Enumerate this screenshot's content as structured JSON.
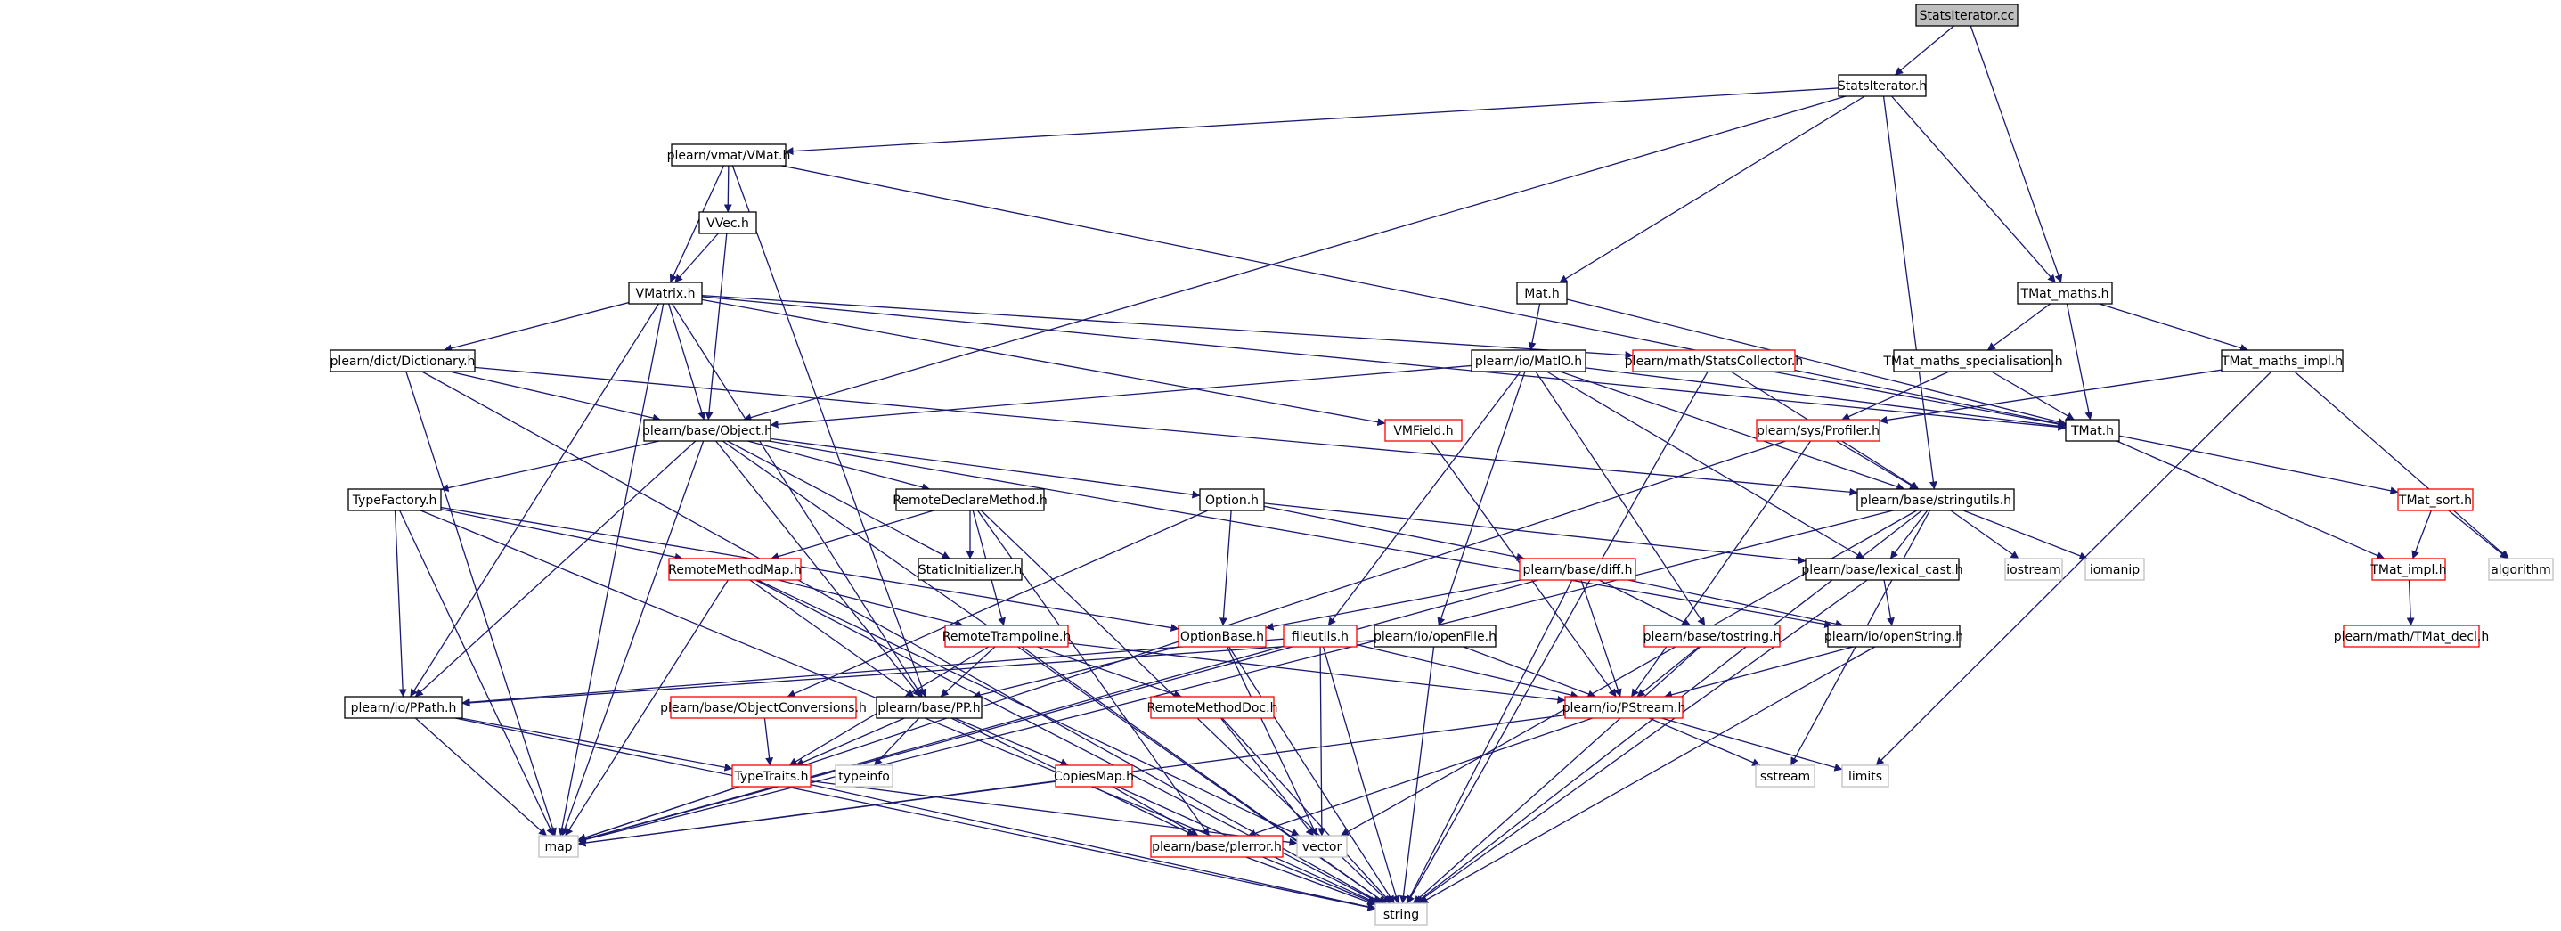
{
  "diagram": {
    "title": "StatsIterator.cc",
    "colors": {
      "edge": "#191970",
      "node_border_normal": "#000000",
      "node_border_truncated": "#ff0000",
      "node_border_system": "#bfbfbf",
      "root_fill": "#bfbfbf",
      "node_fill": "#ffffff",
      "text": "#000000"
    },
    "nodes": [
      {
        "id": "root",
        "label": "StatsIterator.cc",
        "style": "root"
      },
      {
        "id": "statsh",
        "label": "StatsIterator.h",
        "style": "normal"
      },
      {
        "id": "vmat",
        "label": "plearn/vmat/VMat.h",
        "style": "normal"
      },
      {
        "id": "vvec",
        "label": "VVec.h",
        "style": "normal"
      },
      {
        "id": "vmatrix",
        "label": "VMatrix.h",
        "style": "normal"
      },
      {
        "id": "dictionary",
        "label": "plearn/dict/Dictionary.h",
        "style": "normal"
      },
      {
        "id": "object",
        "label": "plearn/base/Object.h",
        "style": "normal"
      },
      {
        "id": "typefactory",
        "label": "TypeFactory.h",
        "style": "normal"
      },
      {
        "id": "remotedeclare",
        "label": "RemoteDeclareMethod.h",
        "style": "normal"
      },
      {
        "id": "option",
        "label": "Option.h",
        "style": "normal"
      },
      {
        "id": "staticinit",
        "label": "StaticInitializer.h",
        "style": "normal"
      },
      {
        "id": "remotemethodmap",
        "label": "RemoteMethodMap.h",
        "style": "truncated"
      },
      {
        "id": "remotetrampoline",
        "label": "RemoteTrampoline.h",
        "style": "truncated"
      },
      {
        "id": "optionbase",
        "label": "OptionBase.h",
        "style": "truncated"
      },
      {
        "id": "objectconv",
        "label": "plearn/base/ObjectConversions.h",
        "style": "truncated"
      },
      {
        "id": "ppath",
        "label": "plearn/io/PPath.h",
        "style": "normal"
      },
      {
        "id": "pp",
        "label": "plearn/base/PP.h",
        "style": "normal"
      },
      {
        "id": "typetraits",
        "label": "TypeTraits.h",
        "style": "truncated"
      },
      {
        "id": "typeinfo",
        "label": "typeinfo",
        "style": "system"
      },
      {
        "id": "copiesmap",
        "label": "CopiesMap.h",
        "style": "truncated"
      },
      {
        "id": "remotemethoddoc",
        "label": "RemoteMethodDoc.h",
        "style": "truncated"
      },
      {
        "id": "plerror",
        "label": "plearn/base/plerror.h",
        "style": "truncated"
      },
      {
        "id": "fileutils",
        "label": "fileutils.h",
        "style": "truncated"
      },
      {
        "id": "diff",
        "label": "plearn/base/diff.h",
        "style": "truncated"
      },
      {
        "id": "openfile",
        "label": "plearn/io/openFile.h",
        "style": "normal"
      },
      {
        "id": "pstream",
        "label": "plearn/io/PStream.h",
        "style": "truncated"
      },
      {
        "id": "tostring",
        "label": "plearn/base/tostring.h",
        "style": "truncated"
      },
      {
        "id": "openstring",
        "label": "plearn/io/openString.h",
        "style": "normal"
      },
      {
        "id": "lexicalcast",
        "label": "plearn/base/lexical_cast.h",
        "style": "normal"
      },
      {
        "id": "stringutils",
        "label": "plearn/base/stringutils.h",
        "style": "normal"
      },
      {
        "id": "iostream",
        "label": "iostream",
        "style": "system"
      },
      {
        "id": "iomanip",
        "label": "iomanip",
        "style": "system"
      },
      {
        "id": "sstream",
        "label": "sstream",
        "style": "system"
      },
      {
        "id": "limits",
        "label": "limits",
        "style": "system"
      },
      {
        "id": "vector",
        "label": "vector",
        "style": "system"
      },
      {
        "id": "map",
        "label": "map",
        "style": "system"
      },
      {
        "id": "string",
        "label": "string",
        "style": "system"
      },
      {
        "id": "vmfield",
        "label": "VMField.h",
        "style": "truncated"
      },
      {
        "id": "matioh",
        "label": "plearn/io/MatIO.h",
        "style": "normal"
      },
      {
        "id": "statscollector",
        "label": "plearn/math/StatsCollector.h",
        "style": "truncated"
      },
      {
        "id": "math",
        "label": "Mat.h",
        "style": "normal"
      },
      {
        "id": "tmatmaths",
        "label": "TMat_maths.h",
        "style": "normal"
      },
      {
        "id": "tmatspecial",
        "label": "TMat_maths_specialisation.h",
        "style": "normal"
      },
      {
        "id": "tmatimpl",
        "label": "TMat_maths_impl.h",
        "style": "normal"
      },
      {
        "id": "tmath",
        "label": "TMat.h",
        "style": "normal"
      },
      {
        "id": "profiler",
        "label": "plearn/sys/Profiler.h",
        "style": "truncated"
      },
      {
        "id": "tmatsort",
        "label": "TMat_sort.h",
        "style": "truncated"
      },
      {
        "id": "tmatimplh",
        "label": "TMat_impl.h",
        "style": "truncated"
      },
      {
        "id": "algorithm",
        "label": "algorithm",
        "style": "system"
      },
      {
        "id": "tmatdecl",
        "label": "plearn/math/TMat_decl.h",
        "style": "truncated"
      }
    ],
    "edges": [
      [
        "root",
        "statsh"
      ],
      [
        "root",
        "tmatmaths"
      ],
      [
        "statsh",
        "vmat"
      ],
      [
        "statsh",
        "object"
      ],
      [
        "statsh",
        "stringutils"
      ],
      [
        "statsh",
        "math"
      ],
      [
        "statsh",
        "tmatmaths"
      ],
      [
        "vmat",
        "vvec"
      ],
      [
        "vmat",
        "vmatrix"
      ],
      [
        "vmat",
        "pp"
      ],
      [
        "vmat",
        "tmath"
      ],
      [
        "vvec",
        "vmatrix"
      ],
      [
        "vvec",
        "object"
      ],
      [
        "vmatrix",
        "dictionary"
      ],
      [
        "vmatrix",
        "object"
      ],
      [
        "vmatrix",
        "ppath"
      ],
      [
        "vmatrix",
        "map"
      ],
      [
        "vmatrix",
        "pp"
      ],
      [
        "vmatrix",
        "vmfield"
      ],
      [
        "vmatrix",
        "statscollector"
      ],
      [
        "vmatrix",
        "tmath"
      ],
      [
        "dictionary",
        "object"
      ],
      [
        "dictionary",
        "stringutils"
      ],
      [
        "dictionary",
        "string"
      ],
      [
        "dictionary",
        "map"
      ],
      [
        "object",
        "typefactory"
      ],
      [
        "object",
        "remotedeclare"
      ],
      [
        "object",
        "option"
      ],
      [
        "object",
        "staticinit"
      ],
      [
        "object",
        "ppath"
      ],
      [
        "object",
        "pp"
      ],
      [
        "object",
        "map"
      ],
      [
        "object",
        "string"
      ],
      [
        "object",
        "openstring"
      ],
      [
        "typefactory",
        "remotemethodmap"
      ],
      [
        "typefactory",
        "ppath"
      ],
      [
        "typefactory",
        "map"
      ],
      [
        "typefactory",
        "string"
      ],
      [
        "typefactory",
        "optionbase"
      ],
      [
        "remotedeclare",
        "remotemethodmap"
      ],
      [
        "remotedeclare",
        "staticinit"
      ],
      [
        "remotedeclare",
        "remotetrampoline"
      ],
      [
        "remotedeclare",
        "string"
      ],
      [
        "remotedeclare",
        "plerror"
      ],
      [
        "option",
        "optionbase"
      ],
      [
        "option",
        "diff"
      ],
      [
        "option",
        "objectconv"
      ],
      [
        "option",
        "lexicalcast"
      ],
      [
        "remotemethodmap",
        "pp"
      ],
      [
        "remotemethodmap",
        "map"
      ],
      [
        "remotemethodmap",
        "string"
      ],
      [
        "remotemethodmap",
        "remotetrampoline"
      ],
      [
        "remotemethodmap",
        "vector"
      ],
      [
        "remotetrampoline",
        "pp"
      ],
      [
        "remotetrampoline",
        "typetraits"
      ],
      [
        "remotetrampoline",
        "remotemethoddoc"
      ],
      [
        "remotetrampoline",
        "string"
      ],
      [
        "remotetrampoline",
        "pstream"
      ],
      [
        "optionbase",
        "pp"
      ],
      [
        "optionbase",
        "string"
      ],
      [
        "optionbase",
        "vector"
      ],
      [
        "objectconv",
        "typetraits"
      ],
      [
        "ppath",
        "typetraits"
      ],
      [
        "ppath",
        "map"
      ],
      [
        "ppath",
        "string"
      ],
      [
        "pp",
        "typetraits"
      ],
      [
        "pp",
        "typeinfo"
      ],
      [
        "pp",
        "copiesmap"
      ],
      [
        "pp",
        "plerror"
      ],
      [
        "typetraits",
        "map"
      ],
      [
        "typetraits",
        "string"
      ],
      [
        "typetraits",
        "vector"
      ],
      [
        "copiesmap",
        "map"
      ],
      [
        "copiesmap",
        "plerror"
      ],
      [
        "copiesmap",
        "string"
      ],
      [
        "remotemethoddoc",
        "string"
      ],
      [
        "remotemethoddoc",
        "vector"
      ],
      [
        "plerror",
        "string"
      ],
      [
        "fileutils",
        "ppath"
      ],
      [
        "fileutils",
        "map"
      ],
      [
        "fileutils",
        "pstream"
      ],
      [
        "fileutils",
        "string"
      ],
      [
        "fileutils",
        "vector"
      ],
      [
        "diff",
        "optionbase"
      ],
      [
        "diff",
        "pstream"
      ],
      [
        "diff",
        "tostring"
      ],
      [
        "diff",
        "openstring"
      ],
      [
        "diff",
        "string"
      ],
      [
        "diff",
        "map"
      ],
      [
        "openfile",
        "ppath"
      ],
      [
        "openfile",
        "pstream"
      ],
      [
        "openfile",
        "string"
      ],
      [
        "pstream",
        "map"
      ],
      [
        "pstream",
        "plerror"
      ],
      [
        "pstream",
        "sstream"
      ],
      [
        "pstream",
        "limits"
      ],
      [
        "tostring",
        "pstream"
      ],
      [
        "tostring",
        "string"
      ],
      [
        "openstring",
        "pstream"
      ],
      [
        "openstring",
        "string"
      ],
      [
        "lexicalcast",
        "openstring"
      ],
      [
        "lexicalcast",
        "string"
      ],
      [
        "stringutils",
        "lexicalcast"
      ],
      [
        "stringutils",
        "iostream"
      ],
      [
        "stringutils",
        "iomanip"
      ],
      [
        "stringutils",
        "sstream"
      ],
      [
        "stringutils",
        "string"
      ],
      [
        "stringutils",
        "vector"
      ],
      [
        "stringutils",
        "map"
      ],
      [
        "vmfield",
        "pstream"
      ],
      [
        "matioh",
        "object"
      ],
      [
        "matioh",
        "fileutils"
      ],
      [
        "matioh",
        "openfile"
      ],
      [
        "matioh",
        "tostring"
      ],
      [
        "matioh",
        "lexicalcast"
      ],
      [
        "matioh",
        "tmath"
      ],
      [
        "matioh",
        "stringutils"
      ],
      [
        "statscollector",
        "tmath"
      ],
      [
        "statscollector",
        "string"
      ],
      [
        "statscollector",
        "stringutils"
      ],
      [
        "math",
        "tmath"
      ],
      [
        "math",
        "matioh"
      ],
      [
        "tmatmaths",
        "tmatspecial"
      ],
      [
        "tmatmaths",
        "tmatimpl"
      ],
      [
        "tmatmaths",
        "tmath"
      ],
      [
        "tmatspecial",
        "tmath"
      ],
      [
        "tmatspecial",
        "profiler"
      ],
      [
        "tmatimpl",
        "profiler"
      ],
      [
        "tmatimpl",
        "limits"
      ],
      [
        "tmatimpl",
        "algorithm"
      ],
      [
        "tmath",
        "tmatsort"
      ],
      [
        "tmath",
        "tmatimplh"
      ],
      [
        "tmatsort",
        "tmatimplh"
      ],
      [
        "tmatsort",
        "algorithm"
      ],
      [
        "tmatimplh",
        "tmatdecl"
      ],
      [
        "profiler",
        "stringutils"
      ],
      [
        "profiler",
        "pstream"
      ],
      [
        "profiler",
        "map"
      ]
    ]
  }
}
